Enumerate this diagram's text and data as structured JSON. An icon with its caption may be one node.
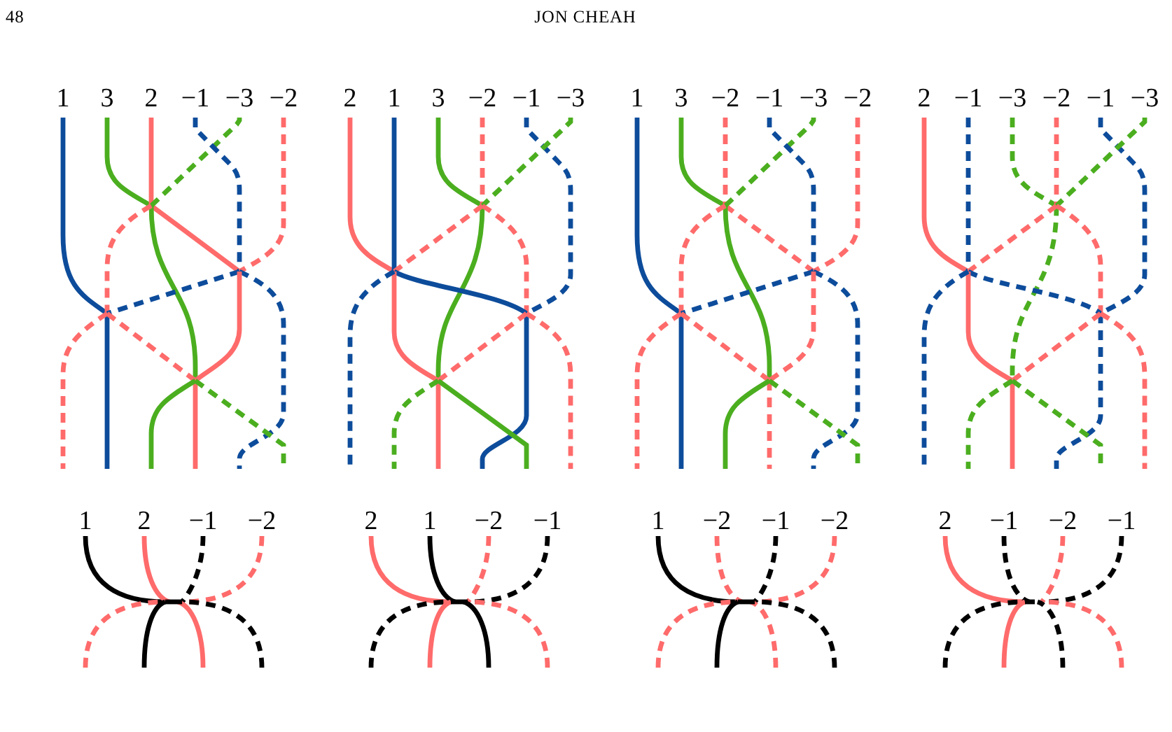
{
  "diagram": {
    "labels": [
      "48",
      "JON CHEAH",
      "1",
      "3",
      "2",
      "−1",
      "−3",
      "−2",
      "2",
      "1",
      "3",
      "−2",
      "−1",
      "−3",
      "1",
      "3",
      "−2",
      "−1",
      "−3",
      "−2",
      "2",
      "−1",
      "−3",
      "−2",
      "−1",
      "−3",
      "1",
      "2",
      "−1",
      "−2",
      "2",
      "1",
      "−2",
      "−1",
      "1",
      "−2",
      "−1",
      "−2",
      "2",
      "−1",
      "−2",
      "−1"
    ]
  }
}
